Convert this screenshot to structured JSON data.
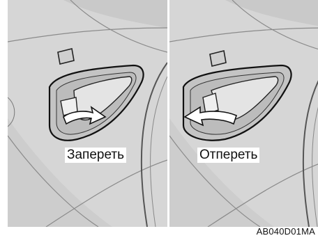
{
  "figure": {
    "lock_label": "Запереть",
    "unlock_label": "Отпереть",
    "code": "AB040D01MA"
  }
}
